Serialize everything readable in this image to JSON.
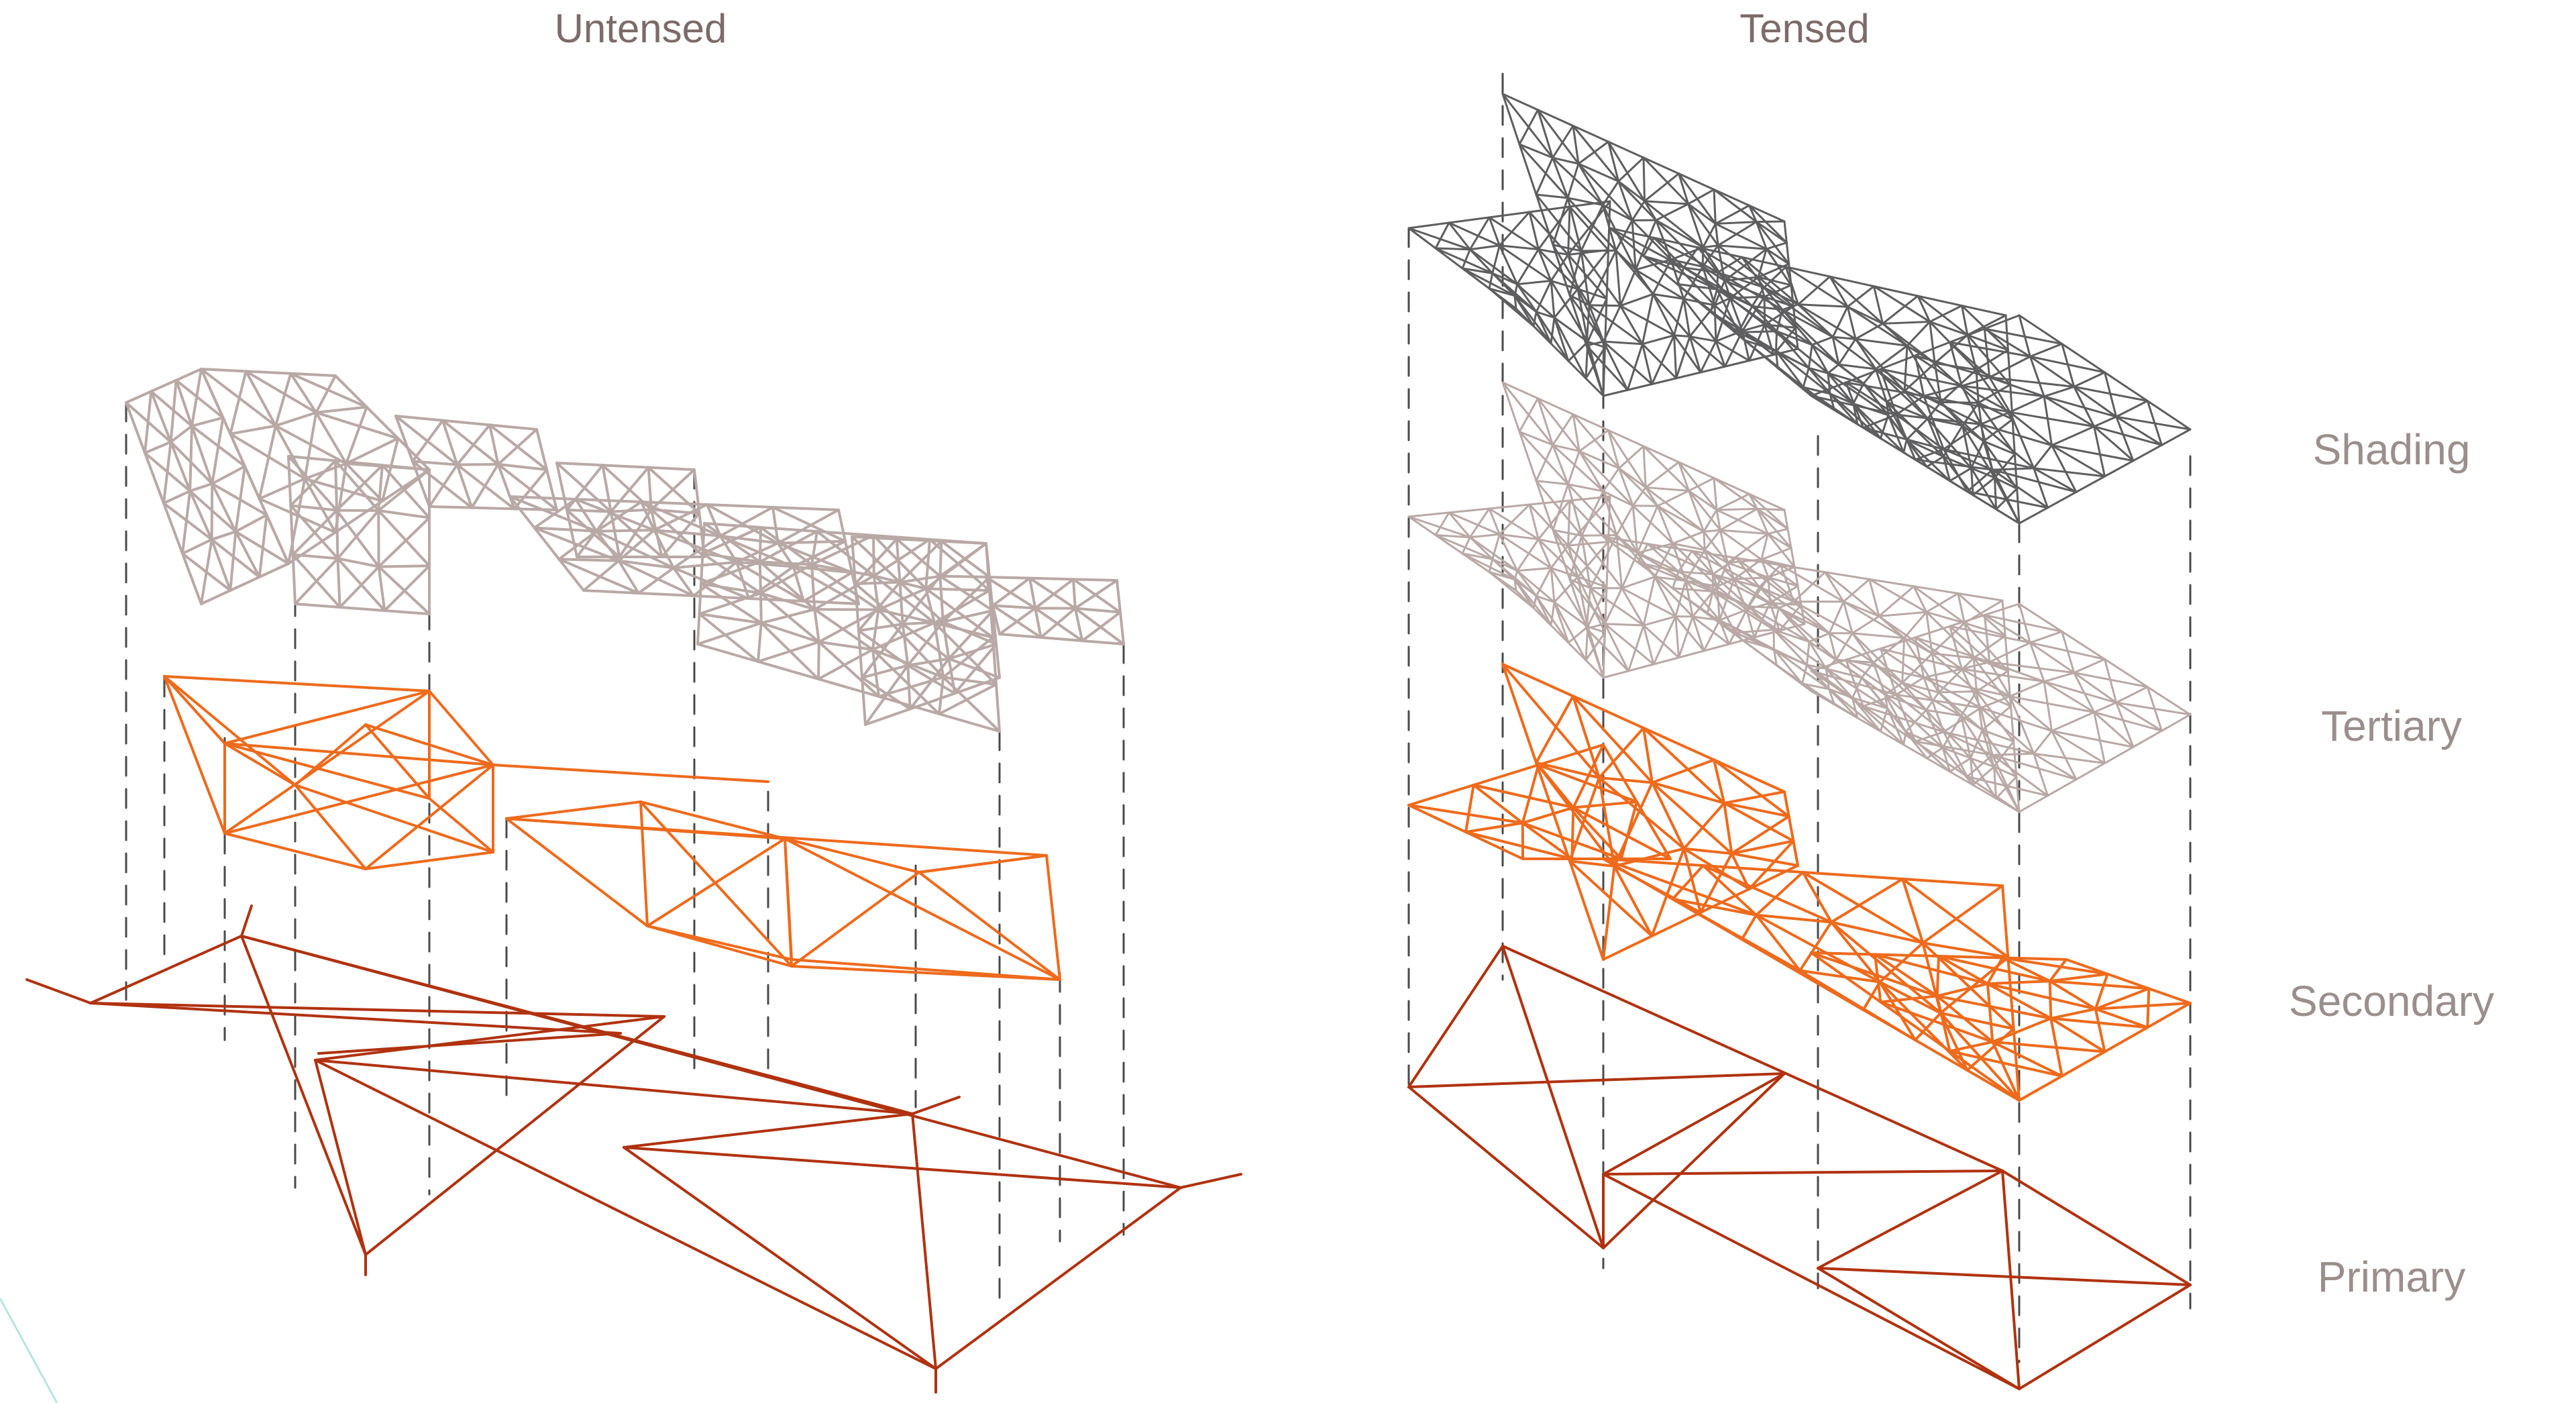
{
  "titles": {
    "untensed": "Untensed",
    "tensed": "Tensed"
  },
  "layers": {
    "shading": "Shading",
    "tertiary": "Tertiary",
    "secondary": "Secondary",
    "primary": "Primary"
  },
  "colors": {
    "primary": "#b0320f",
    "secondary": "#ee6a1c",
    "tertiary": "#b9a9a6",
    "shading": "#5e5e60",
    "guide": "#4a4a4a",
    "label": "#9a8f8c"
  }
}
